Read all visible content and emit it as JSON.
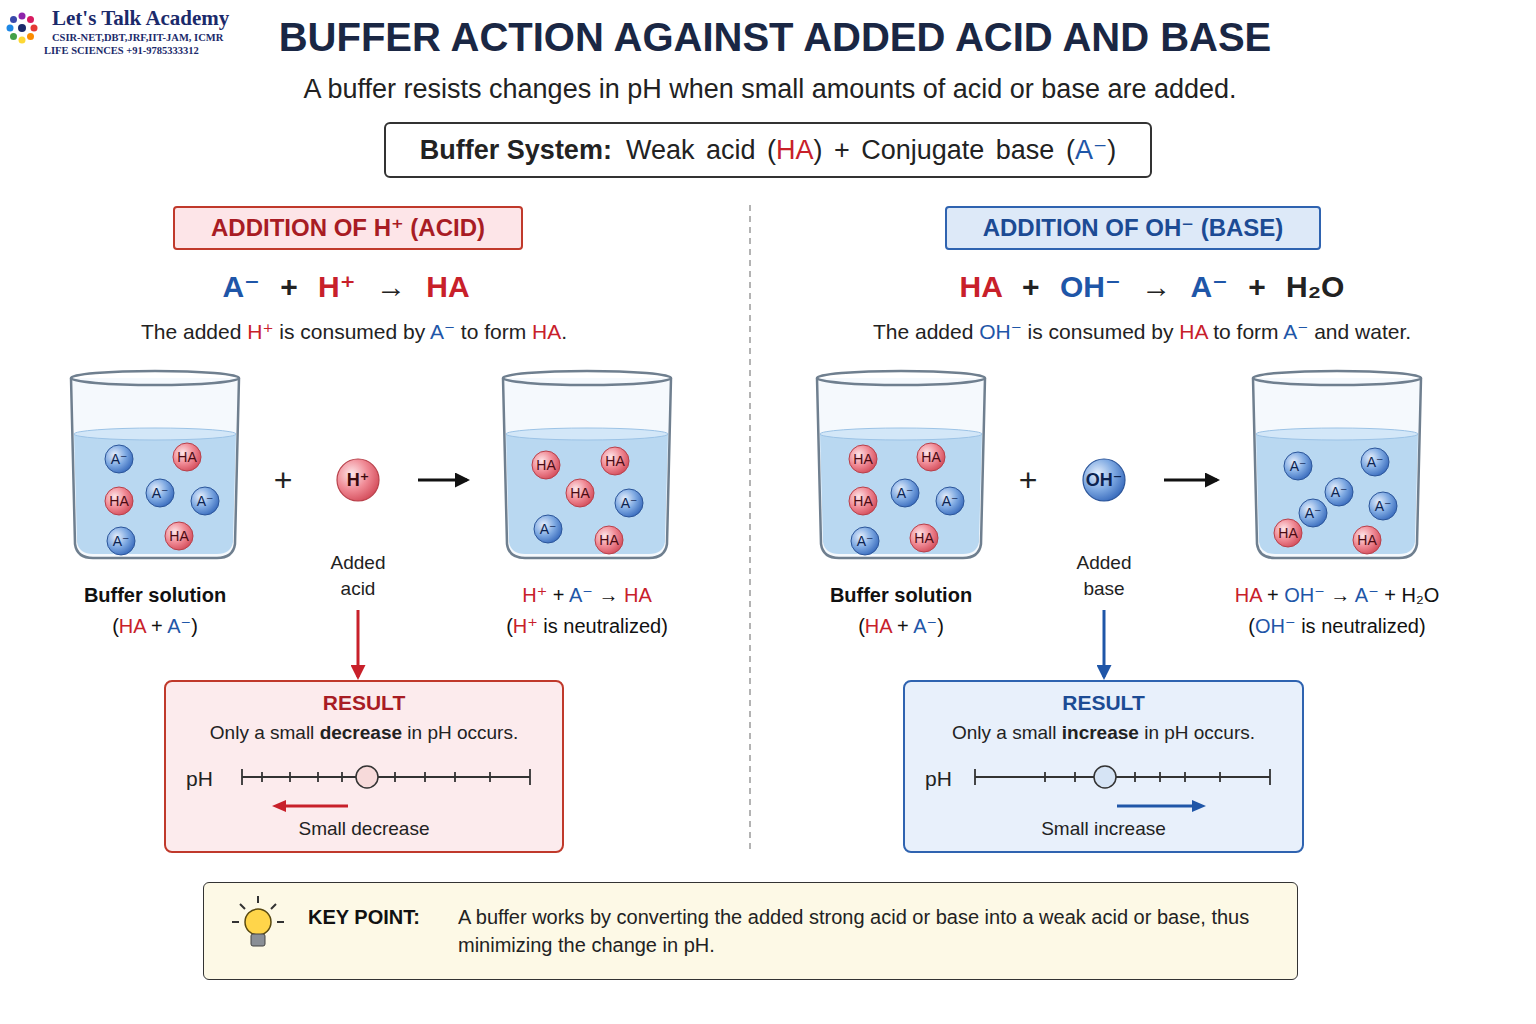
{
  "diagram": {
    "title": "BUFFER ACTION AGAINST ADDED ACID AND BASE",
    "nodes": [
      {
        "text": [
          "Buffer System:",
          "Weak acid (HA) + Conjugate base (A⁻)"
        ]
      },
      {
        "text": [
          "ADDITION OF H⁺ (ACID)"
        ]
      },
      {
        "text": [
          "Buffer solution",
          "(HA + A⁻)"
        ]
      },
      {
        "text": [
          "A⁻"
        ],
        "in": 2
      },
      {
        "text": [
          "HA"
        ],
        "in": 2
      },
      {
        "text": [
          "HA"
        ],
        "in": 2
      },
      {
        "text": [
          "A⁻"
        ],
        "in": 2
      },
      {
        "text": [
          "A⁻"
        ],
        "in": 2
      },
      {
        "text": [
          "A⁻"
        ],
        "in": 2
      },
      {
        "text": [
          "HA"
        ],
        "in": 2
      },
      {
        "text": [
          "H⁺",
          "Added acid"
        ]
      },
      {
        "text": [
          "H⁺ + A⁻ → HA",
          "(H⁺ is neutralized)"
        ]
      },
      {
        "text": [
          "HA"
        ],
        "in": 11
      },
      {
        "text": [
          "HA"
        ],
        "in": 11
      },
      {
        "text": [
          "HA"
        ],
        "in": 11
      },
      {
        "text": [
          "A⁻"
        ],
        "in": 11
      },
      {
        "text": [
          "A⁻"
        ],
        "in": 11
      },
      {
        "text": [
          "HA"
        ],
        "in": 11
      },
      {
        "text": [
          "RESULT",
          "Only a small decrease in pH occurs.",
          "pH",
          "Small decrease"
        ]
      },
      {
        "text": [
          "ADDITION OF OH⁻ (BASE)"
        ]
      },
      {
        "text": [
          "Buffer solution",
          "(HA + A⁻)"
        ]
      },
      {
        "text": [
          "HA"
        ],
        "in": 20
      },
      {
        "text": [
          "HA"
        ],
        "in": 20
      },
      {
        "text": [
          "HA"
        ],
        "in": 20
      },
      {
        "text": [
          "A⁻"
        ],
        "in": 20
      },
      {
        "text": [
          "A⁻"
        ],
        "in": 20
      },
      {
        "text": [
          "A⁻"
        ],
        "in": 20
      },
      {
        "text": [
          "HA"
        ],
        "in": 20
      },
      {
        "text": [
          "OH⁻",
          "Added base"
        ]
      },
      {
        "text": [
          "HA + OH⁻ → A⁻ + H₂O",
          "(OH⁻ is neutralized)"
        ]
      },
      {
        "text": [
          "A⁻"
        ],
        "in": 29
      },
      {
        "text": [
          "A⁻"
        ],
        "in": 29
      },
      {
        "text": [
          "A⁻"
        ],
        "in": 29
      },
      {
        "text": [
          "A⁻"
        ],
        "in": 29
      },
      {
        "text": [
          "A⁻"
        ],
        "in": 29
      },
      {
        "text": [
          "HA"
        ],
        "in": 29
      },
      {
        "text": [
          "HA"
        ],
        "in": 29
      },
      {
        "text": [
          "RESULT",
          "Only a small increase in pH occurs.",
          "pH",
          "Small increase"
        ]
      },
      {
        "text": [
          "KEY POINT:",
          "A buffer works by converting the added strong acid or base into a weak acid or base, thus minimizing the change in pH."
        ]
      }
    ],
    "edges": [
      {
        "from": 10,
        "to": 11,
        "arrow": "to"
      },
      {
        "from": 10,
        "to": 18,
        "arrow": "to"
      },
      {
        "from": 28,
        "to": 29,
        "arrow": "to"
      },
      {
        "from": 28,
        "to": 37,
        "arrow": "to"
      }
    ],
    "labels": [
      "Let's Talk Academy",
      "CSIR-NET,DBT,JRF,IIT-JAM, ICMR",
      "LIFE SCIENCES +91-9785333312",
      "A buffer resists changes in pH when small amounts of acid or base are added.",
      "A⁻ + H⁺ → HA",
      "The added H⁺ is consumed by A⁻ to form HA.",
      "+",
      "HA + OH⁻ → A⁻ + H₂O",
      "The added OH⁻ is consumed by HA to form A⁻ and water.",
      "+"
    ]
  }
}
